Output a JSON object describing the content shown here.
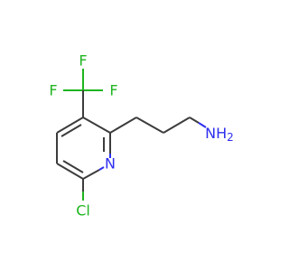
{
  "molecule": {
    "atoms": [
      {
        "id": "F1",
        "label": "F",
        "color": "#1fb51f"
      },
      {
        "id": "F2",
        "label": "F",
        "color": "#1fb51f"
      },
      {
        "id": "F3",
        "label": "F",
        "color": "#1fb51f"
      },
      {
        "id": "N_ring",
        "label": "N",
        "color": "#2d2df0"
      },
      {
        "id": "Cl",
        "label": "Cl",
        "color": "#1fb51f"
      },
      {
        "id": "N_amine",
        "label": "NH",
        "sub": "2",
        "color": "#2d2df0"
      }
    ],
    "colors": {
      "bond": "#3c3c3c",
      "halogen": "#1fb51f",
      "nitrogen": "#2d2df0"
    }
  }
}
